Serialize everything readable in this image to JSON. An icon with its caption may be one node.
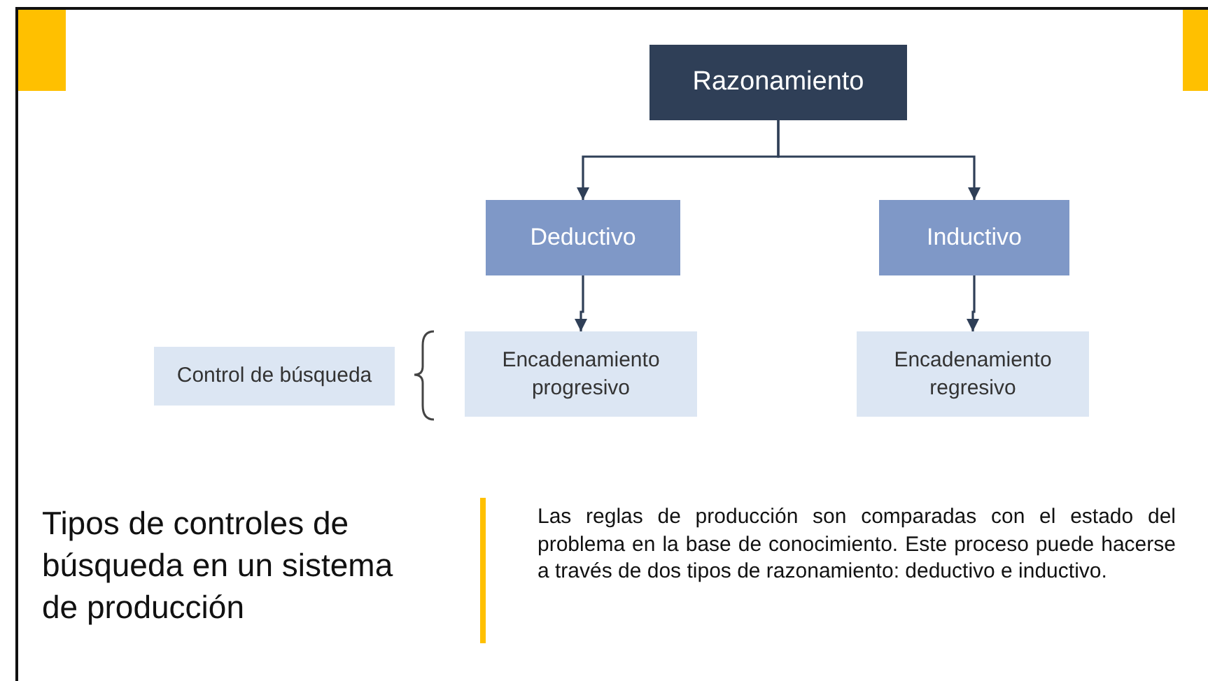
{
  "diagram": {
    "title": "Tipos de controles de búsqueda en un sistema de producción",
    "nodes": [
      {
        "text": [
          "Razonamiento"
        ]
      },
      {
        "text": [
          "Deductivo"
        ]
      },
      {
        "text": [
          "Inductivo"
        ]
      },
      {
        "text": [
          "Control de búsqueda"
        ]
      },
      {
        "text": [
          "Encadenamiento progresivo"
        ]
      },
      {
        "text": [
          "Encadenamiento regresivo"
        ]
      }
    ],
    "edges": [
      {
        "from": 0,
        "to": 1,
        "arrow": "to"
      },
      {
        "from": 0,
        "to": 2,
        "arrow": "to"
      },
      {
        "from": 1,
        "to": 4,
        "arrow": "to"
      },
      {
        "from": 2,
        "to": 5,
        "arrow": "to"
      }
    ],
    "labels": [
      "Las reglas de producción son comparadas con el estado del problema en la base de conocimiento. Este proceso puede hacerse a través de dos tipos de razonamiento: deductivo e inductivo."
    ]
  }
}
